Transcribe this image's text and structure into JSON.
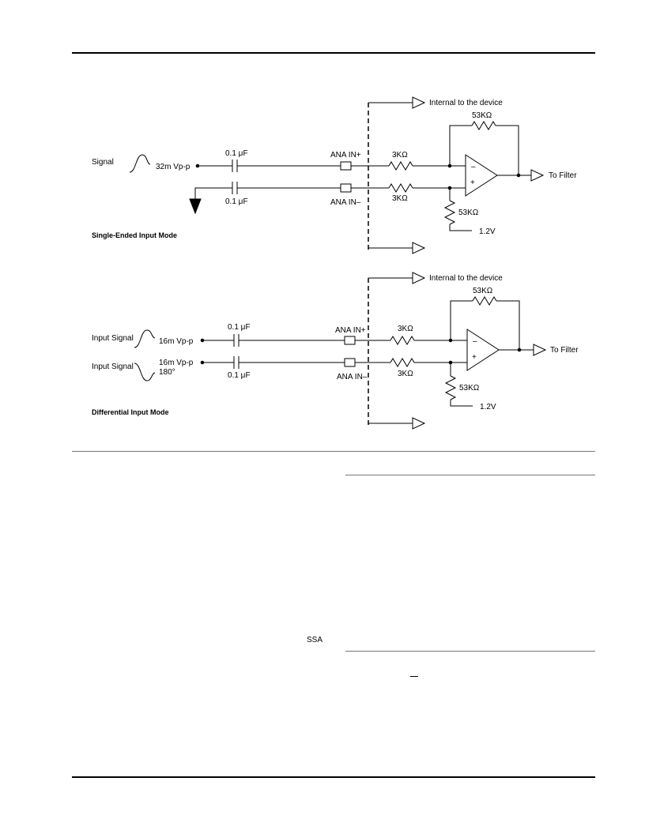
{
  "diagram": {
    "single_ended": {
      "internal_label": "Internal to the device",
      "feedback_resistor": "53KΩ",
      "signal_label": "Signal",
      "signal_amplitude": "32m Vp-p",
      "cap_top": "0.1 μF",
      "cap_bottom": "0.1 μF",
      "pin_plus": "ANA IN+",
      "pin_minus": "ANA IN–",
      "res_top": "3KΩ",
      "res_bottom": "3KΩ",
      "bias_resistor": "53KΩ",
      "bias_voltage": "1.2V",
      "output_label": "To Filter",
      "opamp_minus": "–",
      "opamp_plus": "+",
      "mode_title": "Single-Ended Input Mode"
    },
    "differential": {
      "internal_label": "Internal to the device",
      "feedback_resistor": "53KΩ",
      "signal1_label": "Input Signal",
      "signal1_amplitude": "16m Vp-p",
      "signal2_label": "Input Signal",
      "signal2_amplitude": "16m Vp-p",
      "signal2_phase": "180°",
      "cap_top": "0.1 μF",
      "cap_bottom": "0.1 μF",
      "pin_plus": "ANA IN+",
      "pin_minus": "ANA IN–",
      "res_top": "3KΩ",
      "res_bottom": "3KΩ",
      "bias_resistor": "53KΩ",
      "bias_voltage": "1.2V",
      "output_label": "To Filter",
      "opamp_minus": "–",
      "opamp_plus": "+",
      "mode_title": "Differential Input Mode"
    }
  },
  "body": {
    "ssa_label": "SSA"
  }
}
